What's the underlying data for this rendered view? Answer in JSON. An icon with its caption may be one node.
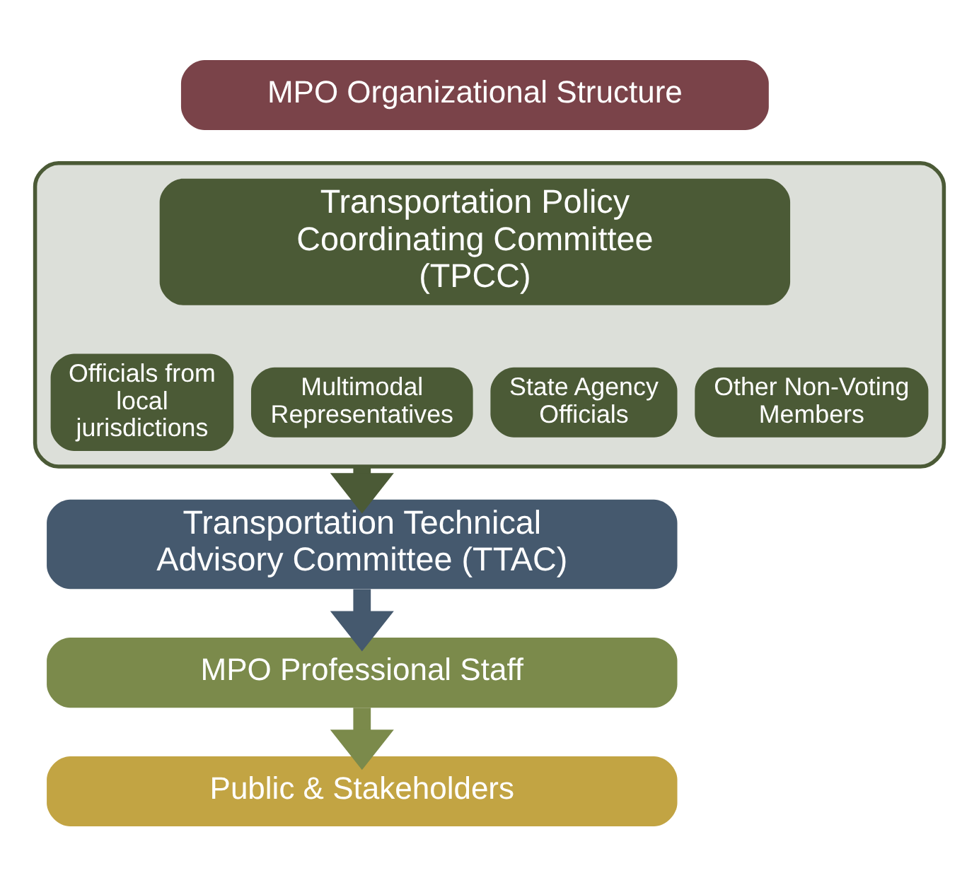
{
  "diagram": {
    "nodes": [
      {
        "text": [
          "MPO Organizational Structure"
        ]
      },
      {
        "text": [],
        "shape": "box"
      },
      {
        "text": [
          "Transportation Policy Coordinating Committee (TPCC)"
        ],
        "in": 1
      },
      {
        "text": [
          "Officials from local jurisdictions"
        ],
        "in": 1
      },
      {
        "text": [
          "Multimodal Representatives"
        ],
        "in": 1
      },
      {
        "text": [
          "State Agency Officials"
        ],
        "in": 1
      },
      {
        "text": [
          "Other Non-Voting Members"
        ],
        "in": 1
      },
      {
        "text": [
          "Transportation Technical Advisory Committee (TTAC)"
        ]
      },
      {
        "text": [
          "MPO Professional Staff"
        ]
      },
      {
        "text": [
          "Public & Stakeholders"
        ]
      }
    ],
    "edges": [
      {
        "from": 1,
        "to": 7,
        "arrow": "to",
        "color": "#4b5a36"
      },
      {
        "from": 7,
        "to": 8,
        "arrow": "to",
        "color": "#45596e"
      },
      {
        "from": 8,
        "to": 9,
        "arrow": "to",
        "color": "#7b8a4b"
      }
    ]
  }
}
